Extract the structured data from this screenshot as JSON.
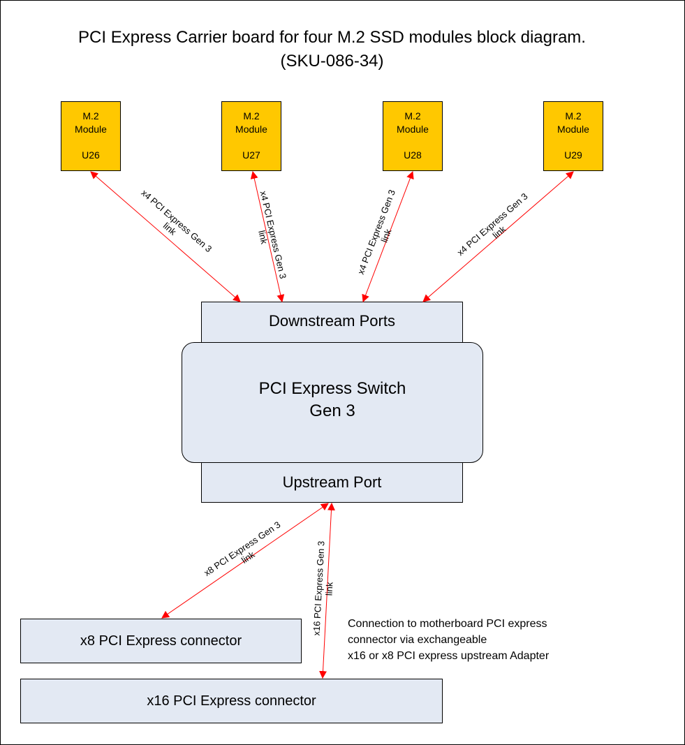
{
  "title_line1": "PCI Express Carrier board for four M.2 SSD modules block diagram.",
  "title_line2": "(SKU-086-34)",
  "modules": [
    {
      "line1": "M.2",
      "line2": "Module",
      "ref": "U26"
    },
    {
      "line1": "M.2",
      "line2": "Module",
      "ref": "U27"
    },
    {
      "line1": "M.2",
      "line2": "Module",
      "ref": "U28"
    },
    {
      "line1": "M.2",
      "line2": "Module",
      "ref": "U29"
    }
  ],
  "downstream_label": "Downstream Ports",
  "switch_line1": "PCI Express Switch",
  "switch_line2": "Gen 3",
  "upstream_label": "Upstream Port",
  "links": {
    "m1": {
      "line1": "x4 PCI Express Gen 3",
      "line2": "link"
    },
    "m2": {
      "line1": "x4 PCI Express Gen 3",
      "line2": "link"
    },
    "m3": {
      "line1": "x4 PCI Express Gen 3",
      "line2": "link"
    },
    "m4": {
      "line1": "x4 PCI Express Gen 3",
      "line2": "link"
    },
    "x8": {
      "line1": "x8 PCI Express Gen 3",
      "line2": "link"
    },
    "x16": {
      "line1": "x16 PCI Express Gen 3",
      "line2": "link"
    }
  },
  "connector_x8": "x8 PCI Express connector",
  "connector_x16": "x16 PCI Express connector",
  "note": {
    "line1": "Connection to motherboard PCI express",
    "line2": "connector via exchangeable",
    "line3": "x16 or x8 PCI express upstream Adapter"
  },
  "colors": {
    "module_fill": "#ffc800",
    "box_fill": "#e3e9f3",
    "arrow": "#ff0000"
  }
}
